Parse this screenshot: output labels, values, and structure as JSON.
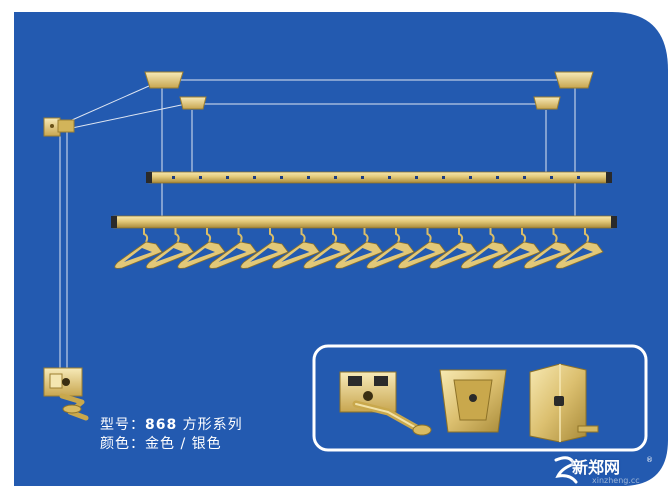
{
  "product": {
    "model_label": "型号：",
    "model_number": "868",
    "model_series": " 方形系列",
    "color_label": "颜色：",
    "color_options": "金色 / 银色"
  },
  "watermark": {
    "brand_cn": "新郑网",
    "brand_en": "xinzheng.cc",
    "registered": "®"
  },
  "colors": {
    "background": "#235ab0",
    "gold": "#e2c878",
    "gold_dark": "#a08530",
    "gold_light": "#f4e4a8",
    "inset_border": "#ffffff"
  },
  "icons": {
    "wall_pulley": "wall-pulley-icon",
    "crank_handle": "crank-handle-icon",
    "ceiling_mount": "ceiling-mount-icon",
    "upper_rail": "upper-rail-icon",
    "lower_rail": "lower-rail-icon",
    "hanger": "hanger-icon",
    "square_tube": "square-tube-icon"
  }
}
